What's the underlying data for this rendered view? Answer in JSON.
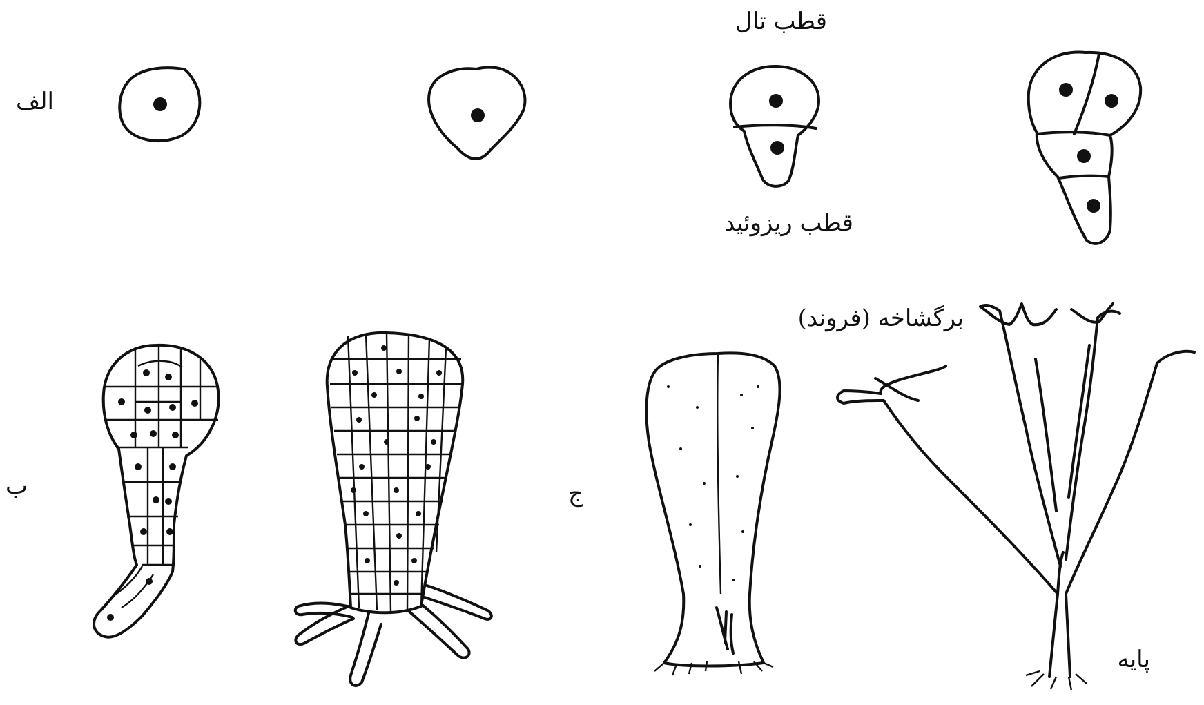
{
  "labels": {
    "row_a": "الف",
    "row_b": "ب",
    "row_c": "ج",
    "thallus_pole": "قطب تال",
    "rhizoid_pole": "قطب ریزوئید",
    "frond": "برگشاخه (فروند)",
    "stipe": "پایه"
  },
  "colors": {
    "ink": "#111111",
    "background": "#ffffff"
  }
}
